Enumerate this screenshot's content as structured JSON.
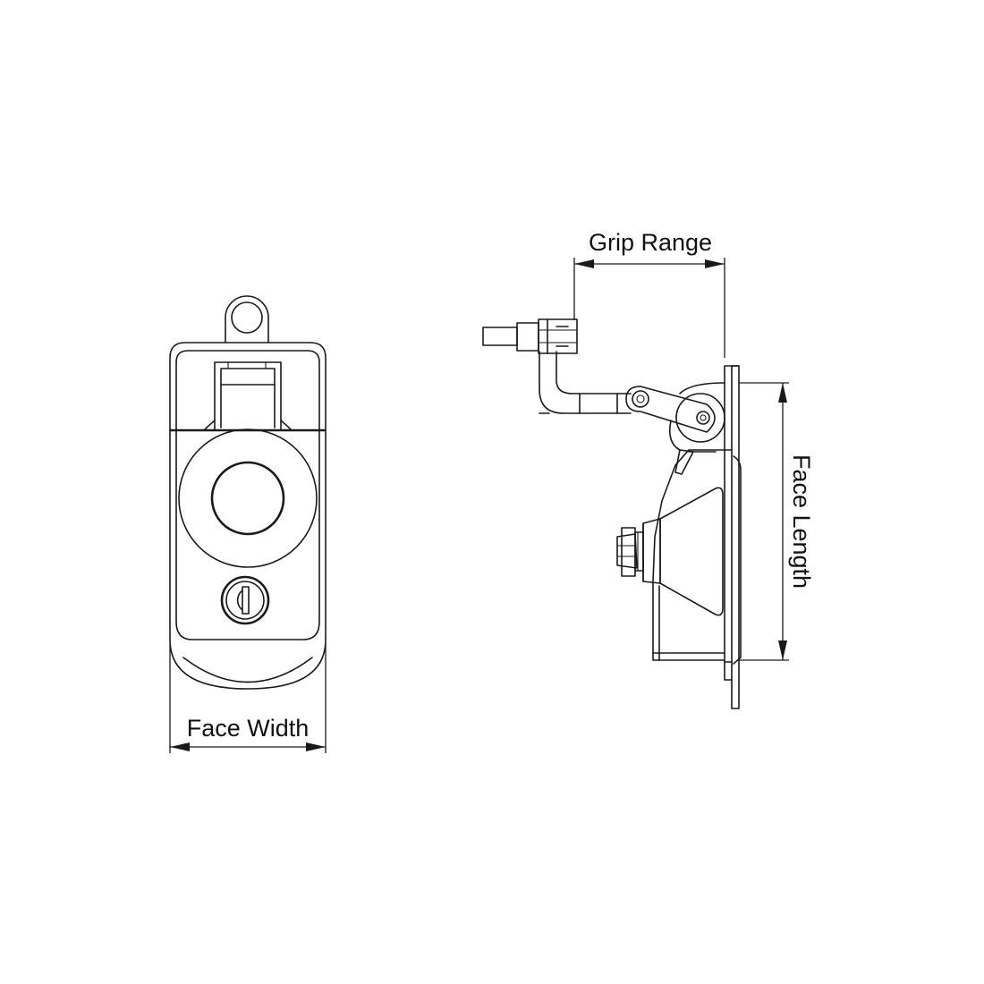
{
  "labels": {
    "face_width": "Face Width",
    "grip_range": "Grip Range",
    "face_length": "Face Length"
  },
  "colors": {
    "line": "#1a1a1a",
    "background": "#ffffff"
  }
}
